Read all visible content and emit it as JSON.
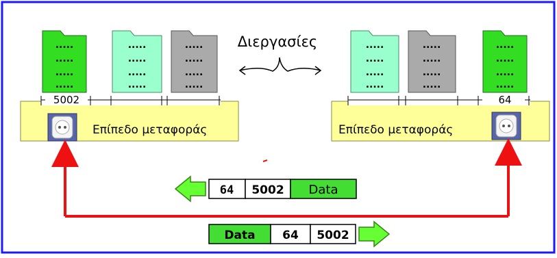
{
  "title": "Διεργασίες",
  "left_host": {
    "port_label": "5002",
    "layer_label": "Επίπεδο μεταφοράς"
  },
  "right_host": {
    "port_label": "64",
    "layer_label": "Επίπεδο μεταφοράς"
  },
  "packet_incoming": {
    "dst_port": "64",
    "src_port": "5002",
    "payload": "Data"
  },
  "packet_outgoing": {
    "payload": "Data",
    "dst_port": "64",
    "src_port": "5002"
  },
  "colors": {
    "frame_border": "#1a1aff",
    "layer_fill": "#ffff99",
    "socket_box": "#5566aa",
    "link_arrow": "#ee1111",
    "doc_green": "#33dd22",
    "doc_mint": "#99ffcc",
    "doc_gray": "#aaaaaa",
    "packet_green": "#44dd33",
    "direction_arrow": "#66ff33"
  }
}
